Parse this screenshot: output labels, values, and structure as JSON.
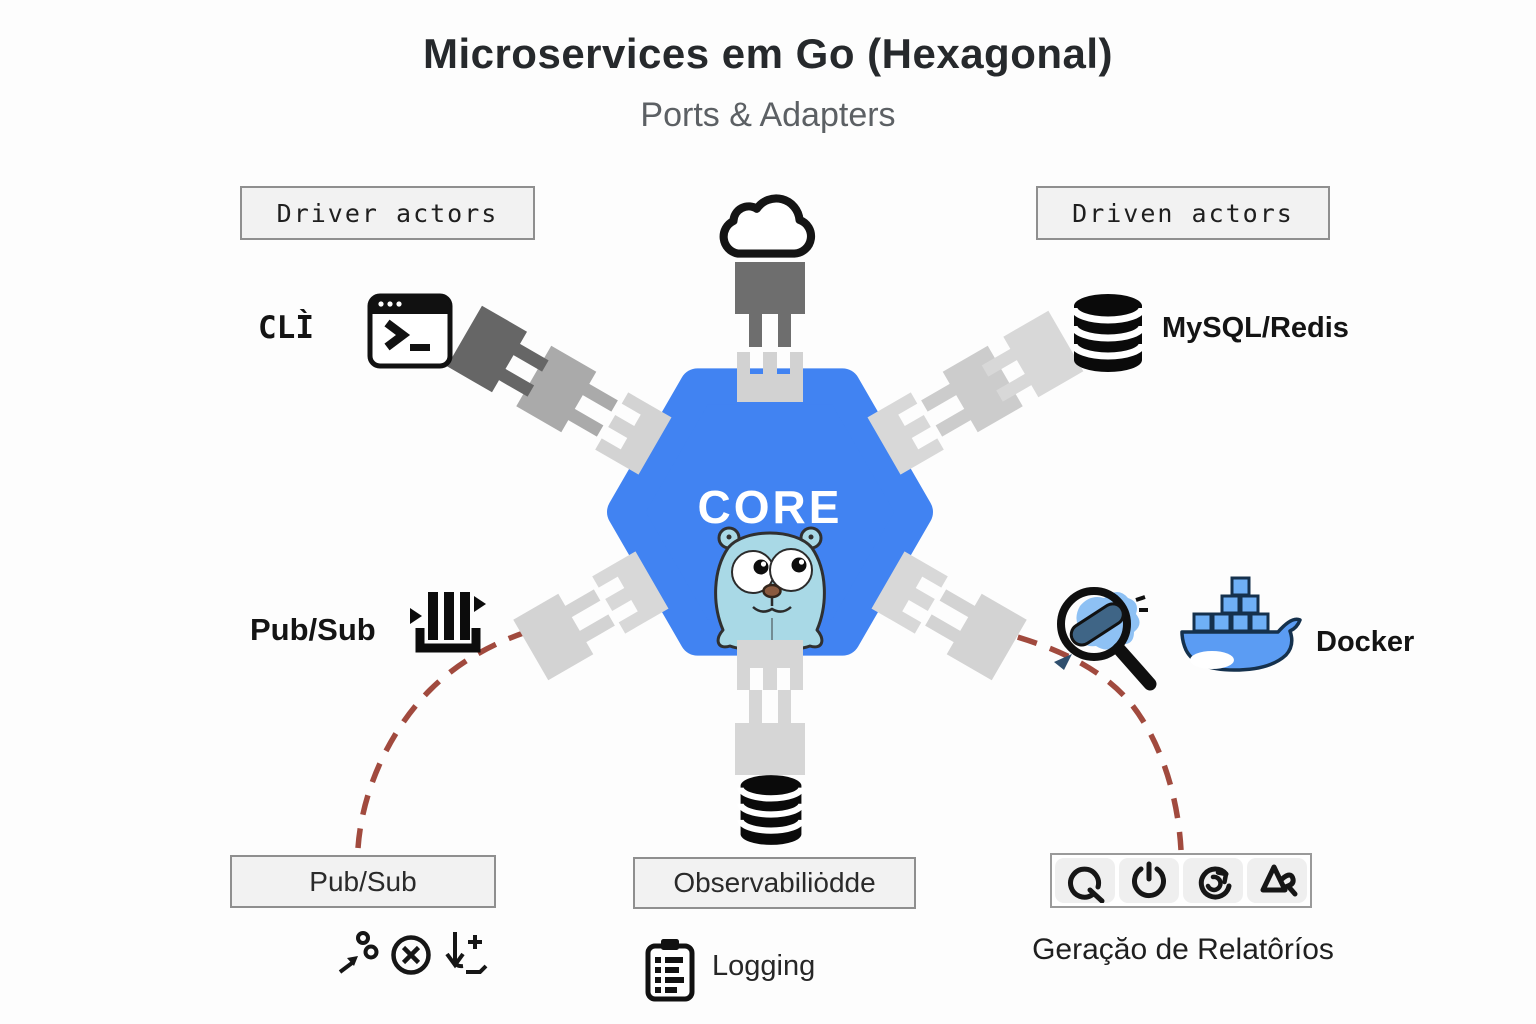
{
  "title": "Microservices em Go (Hexagonal)",
  "subtitle": "Ports & Adapters",
  "core": {
    "label": "CORE"
  },
  "left_column": {
    "group_label": "Driver actors",
    "cli_label": "CLÌ",
    "pubsub_label": "Pub/Sub"
  },
  "right_column": {
    "group_label": "Driven actors",
    "database_label": "MySQL/Redis",
    "docker_label": "Docker"
  },
  "bottom": {
    "pubsub_box_label": "Pub/Sub",
    "observability_box_label": "Observabiliȯdde",
    "logging_label": "Logging",
    "reports_caption": "Geraçăo de Relatôríos"
  },
  "icons": {
    "cloud": "cloud-icon",
    "terminal": "terminal-icon",
    "mysql_database": "database-icon",
    "message_queue": "message-queue-icon",
    "magnifier_whale": "magnifier-whale-icon",
    "docker_whale": "docker-whale-icon",
    "observability_database": "database-icon",
    "clipboard": "clipboard-checklist-icon",
    "route": "route-icon",
    "cancel": "circled-x-icon",
    "download_plus": "download-plus-icon",
    "refresh_search": "refresh-search-icon",
    "power": "power-icon",
    "reload": "reload-icon",
    "report_triangle": "report-triangle-icon",
    "mascot": "go-gopher-mascot"
  },
  "colors": {
    "core_blue": "#4183F2",
    "connector_light": "#D6D6D6",
    "connector_medium": "#ABABAB",
    "connector_dark": "#6E6E6E",
    "dashed_link": "#A14A3E",
    "docker_blue": "#5B9CF3",
    "gopher_blue": "#A9D9E6",
    "box_background": "#F2F2F2",
    "box_border": "#8F8F8F"
  }
}
